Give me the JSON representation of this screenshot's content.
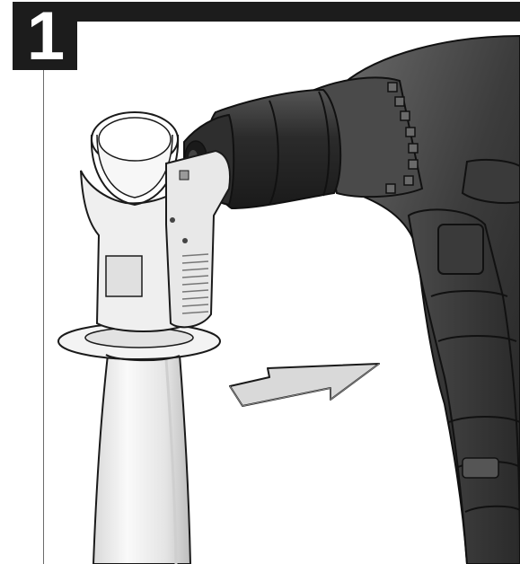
{
  "step": {
    "number": "1"
  },
  "illustration": {
    "drill_icon": "rotary-hammer-drill",
    "handle_icon": "auxiliary-side-handle",
    "arrow_icon": "arrow-right",
    "colors": {
      "bar": "#1c1c1c",
      "drill_dark": "#2e2e2e",
      "drill_mid": "#555555",
      "handle_light": "#ececec",
      "outline": "#1a1a1a"
    }
  }
}
